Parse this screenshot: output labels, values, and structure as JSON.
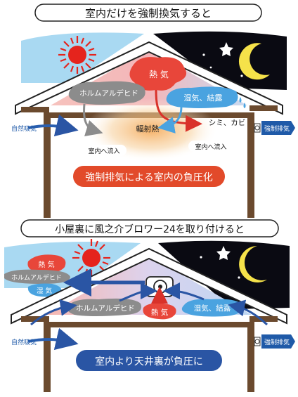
{
  "colors": {
    "sky_day": "#a9d9f2",
    "sky_night": "#0a0a12",
    "sun": "#e5241d",
    "roof": "#ffffff",
    "wall_brown": "#6b4a2e",
    "heat_red": "#e8463a",
    "moisture_blue": "#4aa3e0",
    "formaldehyde_gray": "#8c8c8c",
    "result_red": "#e24a2a",
    "result_blue": "#2a55a4",
    "exhaust_blue": "#1f5aa8"
  },
  "icons": [
    "sun-icon",
    "moon-icon",
    "star-icon",
    "fan-icon",
    "arrow-icon",
    "blower-icon"
  ],
  "top": {
    "title": "室内だけを強制換気すると",
    "heat": "熱 気",
    "formaldehyde": "ホルムアルデヒド",
    "moisture": "湿気、結露",
    "radiant_heat": "輻射熱",
    "stain": "シミ、カビ",
    "inflow_left": "室内へ流入",
    "inflow_right": "室内へ流入",
    "natural_intake": "自然吸気",
    "forced_exhaust": "強制排気",
    "result": "強制排気による室内の負圧化"
  },
  "bottom": {
    "title": "小屋裏に風之介ブロワー24を取り付けると",
    "out_heat": "熱 気",
    "out_formaldehyde": "ホルムアルデヒド",
    "out_moisture": "湿 気",
    "formaldehyde": "ホルムアルデヒド",
    "heat": "熱 気",
    "moisture": "湿気、結露",
    "natural_intake": "自然吸気",
    "forced_exhaust": "強制排気",
    "result": "室内より天井裏が負圧に"
  }
}
